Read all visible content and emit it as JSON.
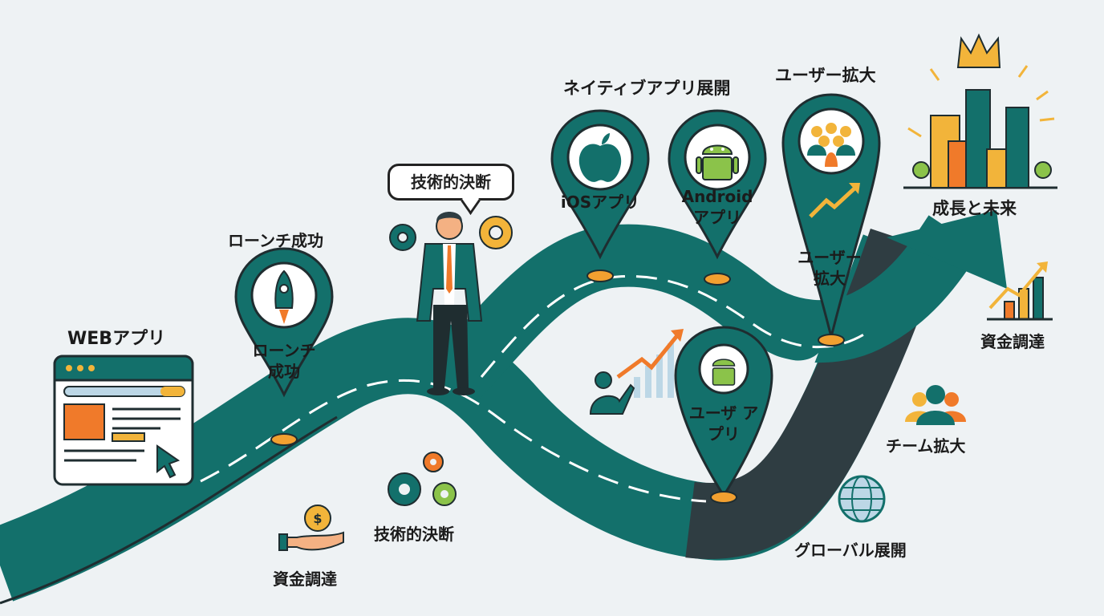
{
  "labels": {
    "web_app": "WEBアプリ",
    "launch_title": "ローンチ成功",
    "launch_pin_line1": "ローンチ",
    "launch_pin_line2": "成功",
    "tech_decision_bubble": "技術的決断",
    "tech_decision_lower": "技術的決断",
    "funding_lower": "資金調達",
    "native_title": "ネイティブアプリ展開",
    "ios_app": "iOSアプリ",
    "android_line1": "Android",
    "android_line2": "アプリ",
    "user_growth_title": "ユーザー拡大",
    "user_growth_pin_line1": "ユーザー",
    "user_growth_pin_line2": "拡大",
    "user_app_line1": "ユーザ ア",
    "user_app_line2": "プリ",
    "growth_future": "成長と未来",
    "funding_right": "資金調達",
    "team_growth": "チーム拡大",
    "global_expansion": "グローバル展開"
  },
  "colors": {
    "road": "#13706b",
    "road_dark": "#2f3d42",
    "accent_orange": "#f07a2a",
    "accent_yellow": "#f2b43a",
    "background": "#eef2f4"
  },
  "icons": [
    "browser-window-icon",
    "rocket-icon",
    "apple-icon",
    "android-icon",
    "people-group-icon",
    "growth-arrow-icon",
    "city-skyline-icon",
    "crown-icon",
    "gear-icon",
    "money-hand-icon",
    "globe-icon",
    "team-icon",
    "bar-chart-icon",
    "presenter-icon",
    "businessman-figure"
  ]
}
